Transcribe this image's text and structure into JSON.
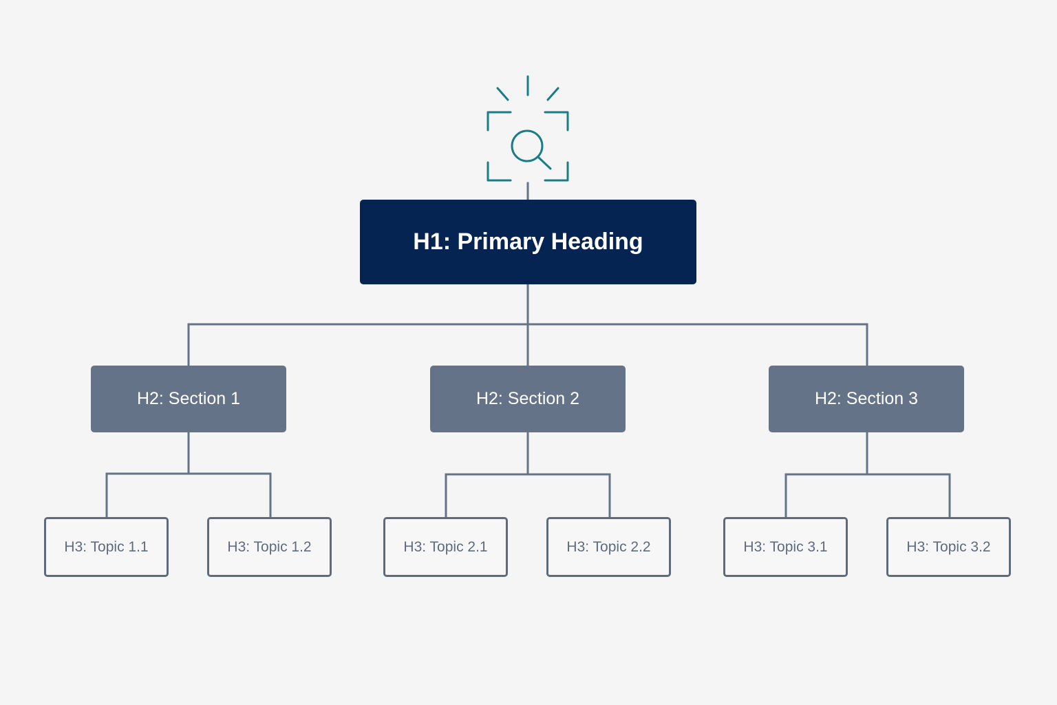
{
  "icon": "seo-search-icon",
  "colors": {
    "background": "#f5f5f5",
    "h1_fill": "#062452",
    "h2_fill": "#647387",
    "h3_border": "#5e6b7e",
    "connector": "#647387",
    "icon_accent": "#1a7d86"
  },
  "h1": {
    "label": "H1: Primary Heading"
  },
  "sections": [
    {
      "label": "H2: Section 1",
      "topics": [
        {
          "label": "H3: Topic 1.1"
        },
        {
          "label": "H3: Topic 1.2"
        }
      ]
    },
    {
      "label": "H2: Section 2",
      "topics": [
        {
          "label": "H3: Topic 2.1"
        },
        {
          "label": "H3: Topic 2.2"
        }
      ]
    },
    {
      "label": "H2: Section 3",
      "topics": [
        {
          "label": "H3: Topic 3.1"
        },
        {
          "label": "H3: Topic 3.2"
        }
      ]
    }
  ]
}
